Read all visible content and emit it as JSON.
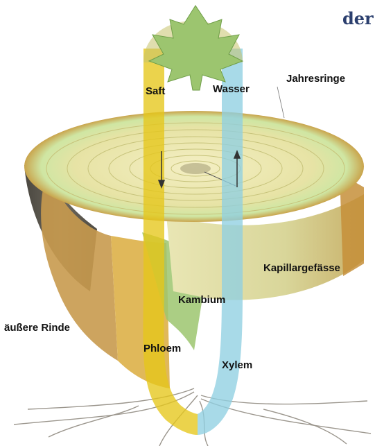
{
  "heading": "der",
  "labels": {
    "saft": "Saft",
    "wasser": "Wasser",
    "jahresringe": "Jahresringe",
    "kapillargefaesse": "Kapillargefässe",
    "kambium": "Kambium",
    "aeussere_rinde": "äußere Rinde",
    "phloem": "Phloem",
    "xylem": "Xylem"
  },
  "colors": {
    "sap_yellow": "#e6c619",
    "water_blue": "#8fd0e2",
    "leaf_green": "#9cc56f",
    "bark": "#5e5a52",
    "wood_light": "#e8e2a2",
    "heading_blue": "#2b3f6e"
  }
}
